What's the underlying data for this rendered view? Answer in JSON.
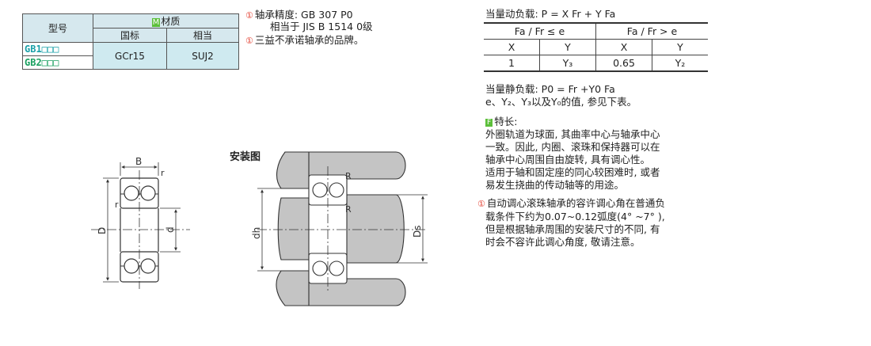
{
  "material_table": {
    "model_header": "型号",
    "material_badge": "M",
    "material_header": "材质",
    "col_national": "国标",
    "col_equivalent": "相当",
    "models": [
      "GB1□□□",
      "GB2□□□"
    ],
    "national_value": "GCr15",
    "equivalent_value": "SUJ2"
  },
  "notes": {
    "accuracy_label": "轴承精度: GB 307  P0",
    "accuracy_equiv": "相当于   JIS B 1514 0级",
    "brand_note": "三益不承诺轴承的品牌。",
    "marker": "①"
  },
  "dynamic_load": {
    "title": "当量动负载: P = X Fr + Y Fa",
    "cond_left": "Fa / Fr ≤ e",
    "cond_right": "Fa / Fr > e",
    "headers": [
      "X",
      "Y",
      "X",
      "Y"
    ],
    "values": [
      "1",
      "Y₃",
      "0.65",
      "Y₂"
    ]
  },
  "static_load": {
    "title": "当量静负载: P0 = Fr +Y0 Fa",
    "ref": "e、Y₂、Y₃以及Y₀的值, 参见下表。"
  },
  "features": {
    "badge": "F",
    "title": "特长:",
    "lines": [
      "外圈轨道为球面, 其曲率中心与轴承中心",
      "一致。因此, 内圈、滚珠和保持器可以在",
      "轴承中心周围自由旋转, 具有调心性。",
      "适用于轴和固定座的同心较困难时, 或者",
      "易发生挠曲的传动轴等的用途。"
    ],
    "caution_lines": [
      "自动调心滚珠轴承的容许调心角在普通负",
      "载条件下约为0.07~0.12弧度(4° ~7° ),",
      "但是根据轴承周围的安装尺寸的不同, 有",
      "时会不容许此调心角度, 敬请注意。"
    ]
  },
  "diagram": {
    "install_title": "安装图",
    "dim_B": "B",
    "dim_r": "r",
    "dim_D": "D",
    "dim_d": "d",
    "dim_dh": "dh",
    "dim_Ds": "Ds",
    "dim_R": "R"
  }
}
